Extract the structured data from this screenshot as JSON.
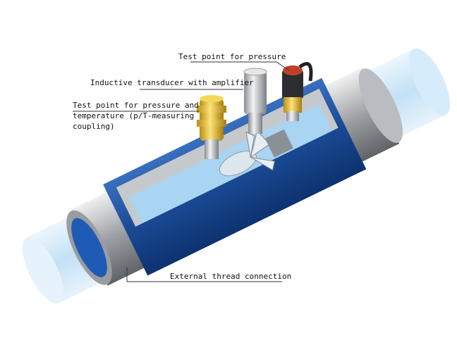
{
  "labels": {
    "pressure_test_point": "Test point for pressure",
    "inductive_transducer": "Inductive transducer with amplifier",
    "pt_test_point_line1": "Test point for pressure and",
    "pt_test_point_line2": "temperature (p/T-measuring",
    "pt_test_point_line3": "coupling)",
    "external_thread": "External thread connection"
  },
  "colors": {
    "body": "#1d4f9a",
    "pipe": "#cfe6f7",
    "brass": "#e8c23a",
    "steel": "#b9bcc0",
    "cap": "#c0402a"
  }
}
